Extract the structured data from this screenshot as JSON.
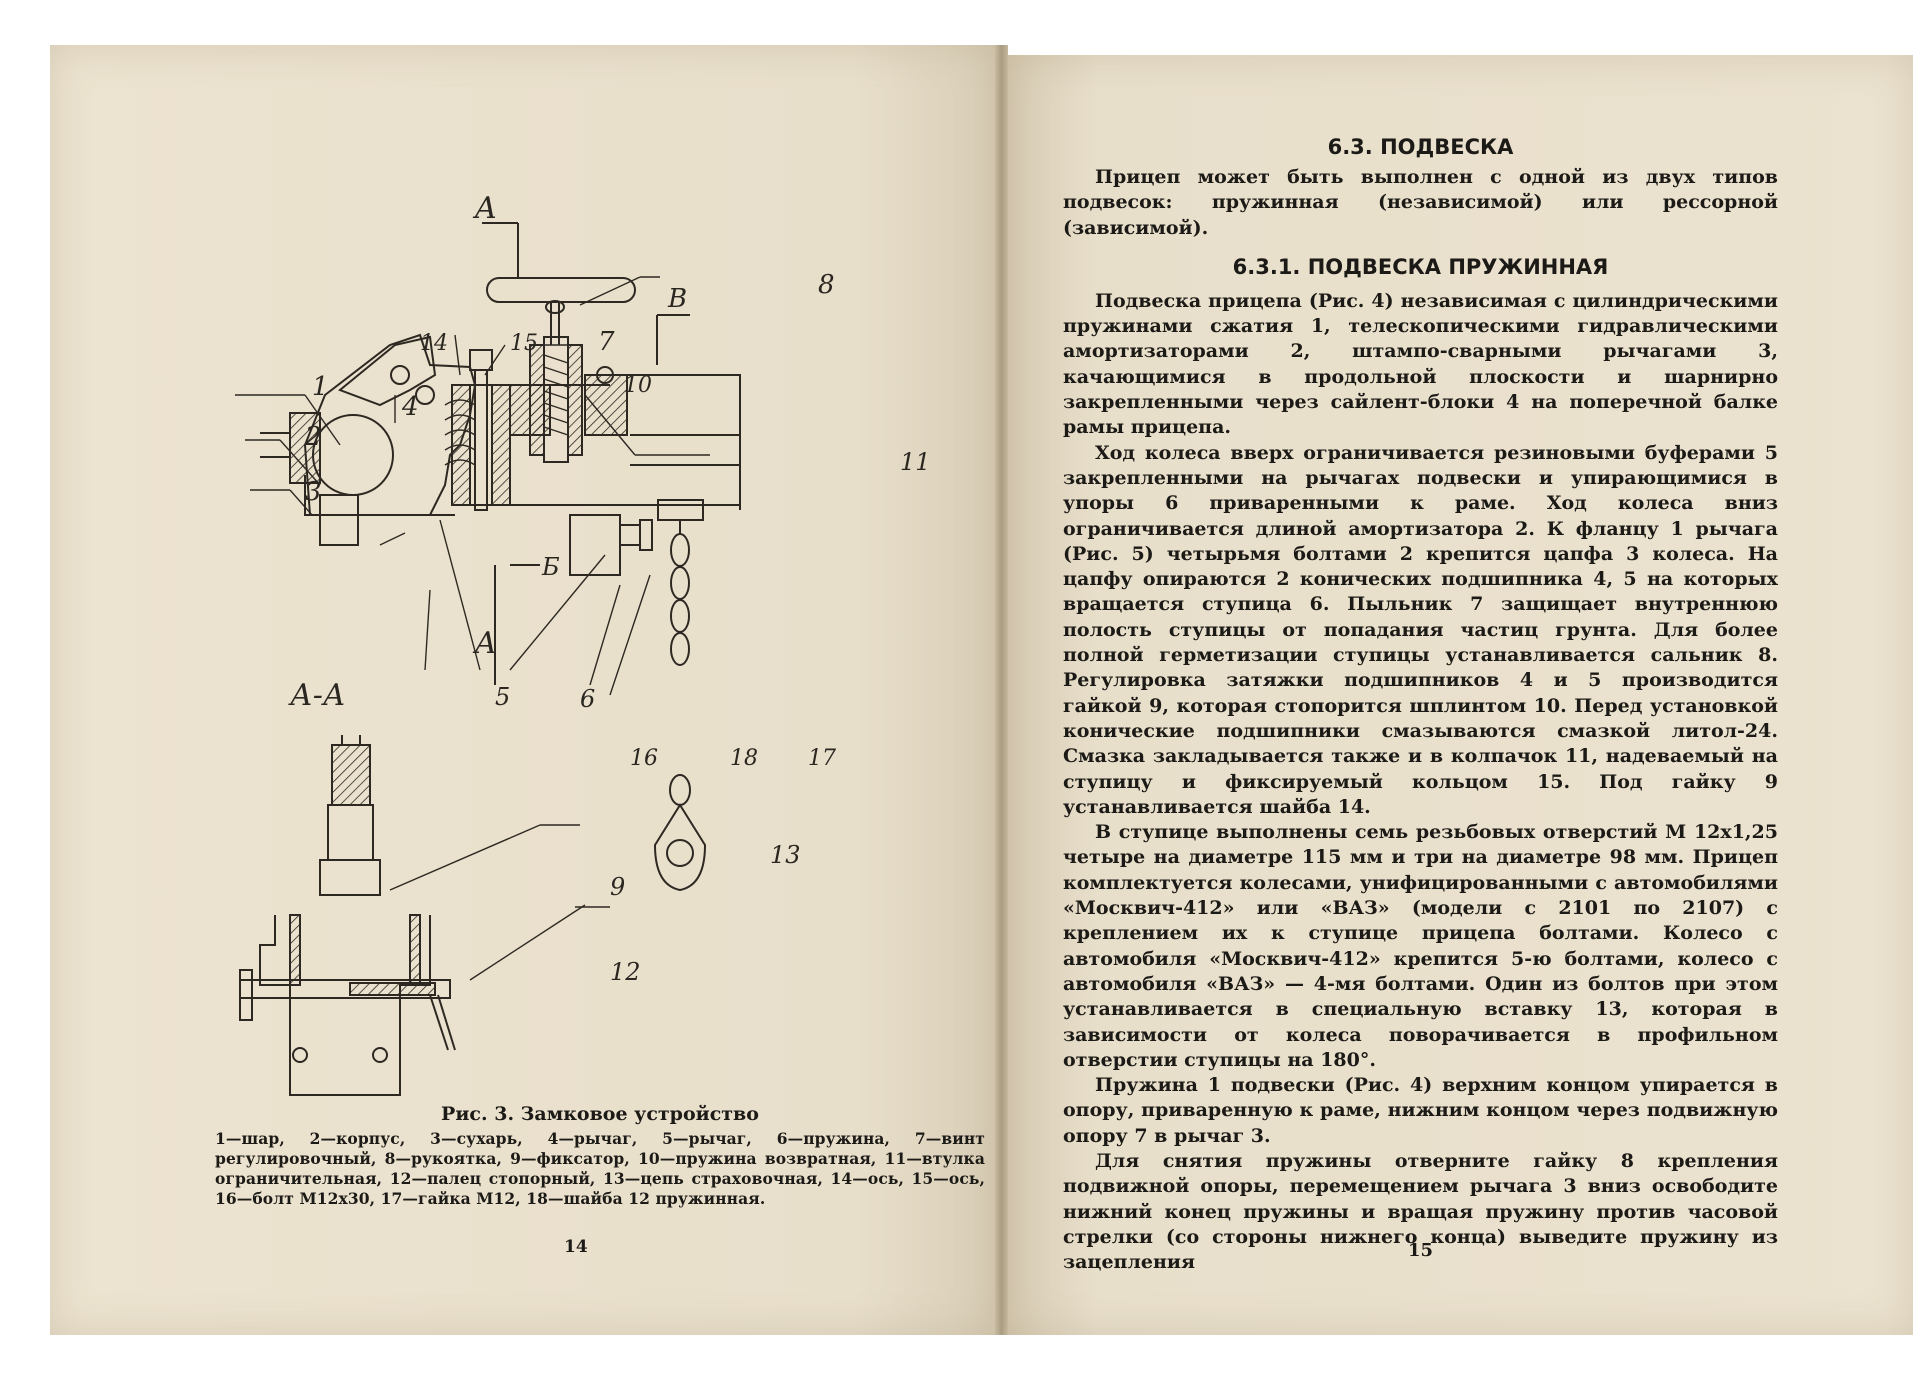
{
  "left_page": {
    "figure": {
      "labels": {
        "n1": "1",
        "n2": "2",
        "n3": "3",
        "n4": "4",
        "n5": "5",
        "n6": "6",
        "n7": "7",
        "n8": "8",
        "n9": "9",
        "n10": "10",
        "n11": "11",
        "n12": "12",
        "n13": "13",
        "n14": "14",
        "n15": "15",
        "n16": "16",
        "n17": "17",
        "n18": "18",
        "sectionA_top": "A",
        "sectionA_bottom": "A",
        "sectionB_top": "B",
        "sectionB_mid": "Б",
        "section_view": "А-А"
      }
    },
    "caption_title": "Рис. 3. Замковое устройство",
    "caption_text": "1—шар, 2—корпус, 3—сухарь, 4—рычаг, 5—рычаг, 6—пружина, 7—винт регулировочный, 8—рукоятка, 9—фиксатор, 10—пружина возвратная, 11—втулка ограничительная, 12—палец стопорный, 13—цепь страховочная, 14—ось, 15—ось, 16—болт М12х30, 17—гайка М12, 18—шайба 12 пружинная.",
    "page_number": "14"
  },
  "right_page": {
    "section_title": "6.3. ПОДВЕСКА",
    "intro": "Прицеп может быть выполнен с одной из двух типов подвесок: пружинная (независимой) или рессорной (зависимой).",
    "subsection_title": "6.3.1. ПОДВЕСКА ПРУЖИННАЯ",
    "paragraphs": [
      "Подвеска прицепа (Рис. 4) независимая с цилиндрическими пружинами сжатия 1, телескопическими гидравлическими амортизаторами 2, штампо-сварными рычагами 3, качающимися в продольной плоскости и шарнирно закрепленными через сайлент-блоки 4 на поперечной балке рамы прицепа.",
      "Ход колеса вверх ограничивается резиновыми буферами 5 закрепленными на рычагах подвески и упирающимися в упоры 6 приваренными к раме. Ход колеса вниз ограничивается длиной амортизатора 2. К фланцу 1 рычага (Рис. 5) четырьмя болтами 2 крепится цапфа 3 колеса. На цапфу опираются 2 конических подшипника 4, 5 на которых вращается ступица 6. Пыльник 7 защищает внутреннюю полость ступицы от попадания частиц грунта. Для более полной герметизации ступицы устанавливается сальник 8. Регулировка затяжки подшипников 4 и 5 производится гайкой 9, которая стопорится шплинтом 10. Перед установкой конические подшипники смазываются смазкой литол-24. Смазка закладывается также и в колпачок 11, надеваемый на ступицу и фиксируемый кольцом 15. Под гайку 9 устанавливается шайба 14.",
      "В ступице выполнены семь резьбовых отверстий М 12х1,25 четыре на диаметре 115 мм и три на диаметре 98 мм. Прицеп комплектуется колесами, унифицированными с автомобилями «Москвич-412» или «ВАЗ» (модели с 2101 по 2107) с креплением их к ступице прицепа болтами. Колесо с автомобиля «Москвич-412» крепится 5-ю болтами, колесо с автомобиля «ВАЗ» — 4-мя болтами. Один из болтов при этом устанавливается в специальную вставку 13, которая в зависимости от колеса поворачивается в профильном отверстии ступицы на 180°.",
      "Пружина 1 подвески (Рис. 4) верхним концом упирается в опору, приваренную к раме, нижним концом через подвижную опору 7 в рычаг 3.",
      "Для снятия пружины отверните гайку 8 крепления подвижной опоры, перемещением рычага 3 вниз освободите нижний конец пружины и вращая пружину против часовой стрелки (со стороны нижнего конца) выведите пружину из зацепления"
    ],
    "page_number": "15"
  }
}
